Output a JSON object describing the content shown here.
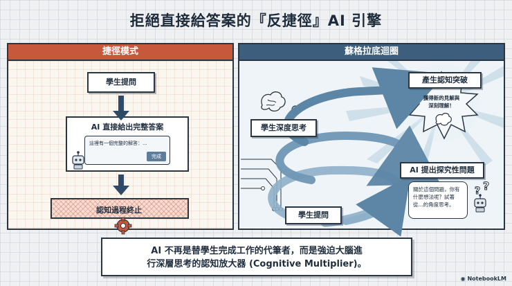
{
  "title": "拒絕直接給答案的『反捷徑』AI 引擎",
  "left_panel": {
    "header": "捷徑模式",
    "step_question": "學生提問",
    "ai_box_title": "AI 直接給出完整答案",
    "bubble_text": "這裡有一個完整的解答：...",
    "done_button": "完成",
    "end_label": "認知過程終止"
  },
  "right_panel": {
    "header": "蘇格拉底迴圈",
    "breakthrough": "產生認知突破",
    "insight_text": "獲得新的見解與深刻理解！",
    "deep_thinking": "學生深度思考",
    "ai_question": "AI 提出探究性問題",
    "question_bubble": "關於這個問題，你有什麼想法呢？試著從...的角度思考。",
    "student_question": "學生提問"
  },
  "footer": {
    "line1": "AI 不再是替學生完成工作的代筆者，而是強迫大腦進",
    "line2": "行深層思考的認知放大器 (Cognitive Multiplier)。"
  },
  "brand": "NotebookLM",
  "colors": {
    "left_accent": "#c8583b",
    "right_accent": "#3d5e7c",
    "arrow": "#2f4a67",
    "spiral": "#5d86a6"
  },
  "icons": [
    "brain-icon",
    "lightbulb-icon",
    "robot-icon",
    "gear-icon",
    "question-mark-icon",
    "circuit-icon"
  ]
}
